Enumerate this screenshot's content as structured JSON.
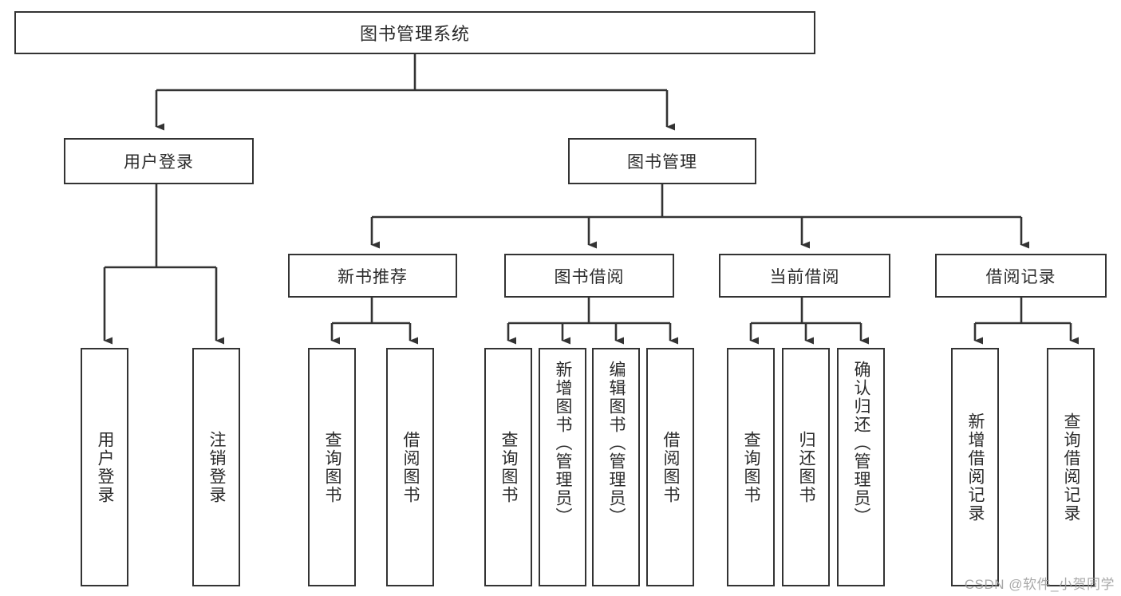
{
  "diagram": {
    "title_text": "图书管理系统",
    "type": "tree-hierarchy-diagram",
    "watermark": "CSDN @软件_小贺同学",
    "colors": {
      "box_border": "#333333",
      "box_fill": "#ffffff",
      "connector": "#333333",
      "text": "#2b2b2b",
      "watermark": "#9a9a9a",
      "background": "#ffffff"
    },
    "root": {
      "label": "图书管理系统"
    },
    "level2": [
      {
        "label": "用户登录"
      },
      {
        "label": "图书管理"
      }
    ],
    "level3": [
      {
        "label": "新书推荐"
      },
      {
        "label": "图书借阅"
      },
      {
        "label": "当前借阅"
      },
      {
        "label": "借阅记录"
      }
    ],
    "leaves": {
      "user_login": [
        {
          "label": "用户登录"
        },
        {
          "label": "注销登录"
        }
      ],
      "new_book_recommend": [
        {
          "label": "查询图书"
        },
        {
          "label": "借阅图书"
        }
      ],
      "book_borrow": [
        {
          "label": "查询图书"
        },
        {
          "label": "新增图书（管理员）"
        },
        {
          "label": "编辑图书（管理员）"
        },
        {
          "label": "借阅图书"
        }
      ],
      "current_borrow": [
        {
          "label": "查询图书"
        },
        {
          "label": "归还图书"
        },
        {
          "label": "确认归还（管理员）"
        }
      ],
      "borrow_record": [
        {
          "label": "新增借阅记录"
        },
        {
          "label": "查询借阅记录"
        }
      ]
    }
  }
}
